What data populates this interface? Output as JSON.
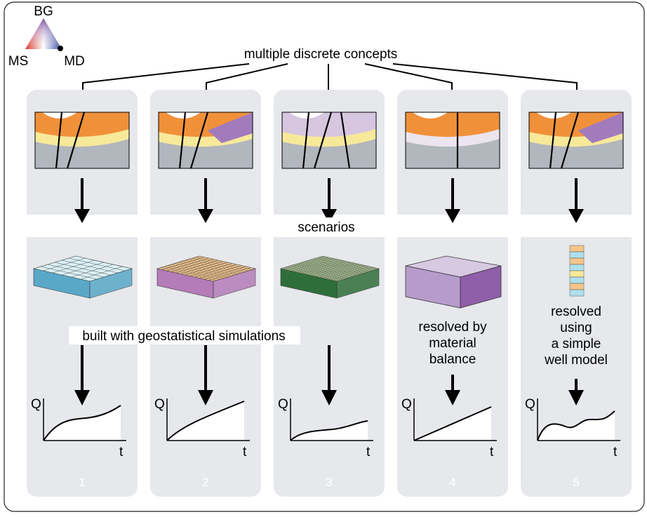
{
  "title": "multiple discrete concepts",
  "ternary": {
    "vertex_top": "BG",
    "vertex_left": "MS",
    "vertex_right": "MD"
  },
  "scenarios_label": "scenarios",
  "columns": [
    {
      "number": "1",
      "method_label": "built with geostatistical simulations",
      "grid_style": "coarse-blue"
    },
    {
      "number": "2",
      "method_label": "",
      "grid_style": "fine-orange"
    },
    {
      "number": "3",
      "method_label": "",
      "grid_style": "very-fine-green"
    },
    {
      "number": "4",
      "method_label": "resolved by material balance",
      "method_lines": [
        "resolved by",
        "material",
        "balance"
      ],
      "grid_style": "single-block-purple"
    },
    {
      "number": "5",
      "method_label": "resolved using a simple well model",
      "method_lines": [
        "resolved",
        "using",
        "a simple",
        "well model"
      ],
      "grid_style": "single-column"
    }
  ],
  "curve_axes": {
    "y_label": "Q",
    "x_label": "t"
  },
  "colors": {
    "panel": "#e6e8ec",
    "panel_band": "#ffffff",
    "orange": "#f0913a",
    "yellow": "#f7e99a",
    "gray_layer": "#b2b6bd",
    "purple": "#a27bbd",
    "light_purple": "#d6c6e0"
  }
}
